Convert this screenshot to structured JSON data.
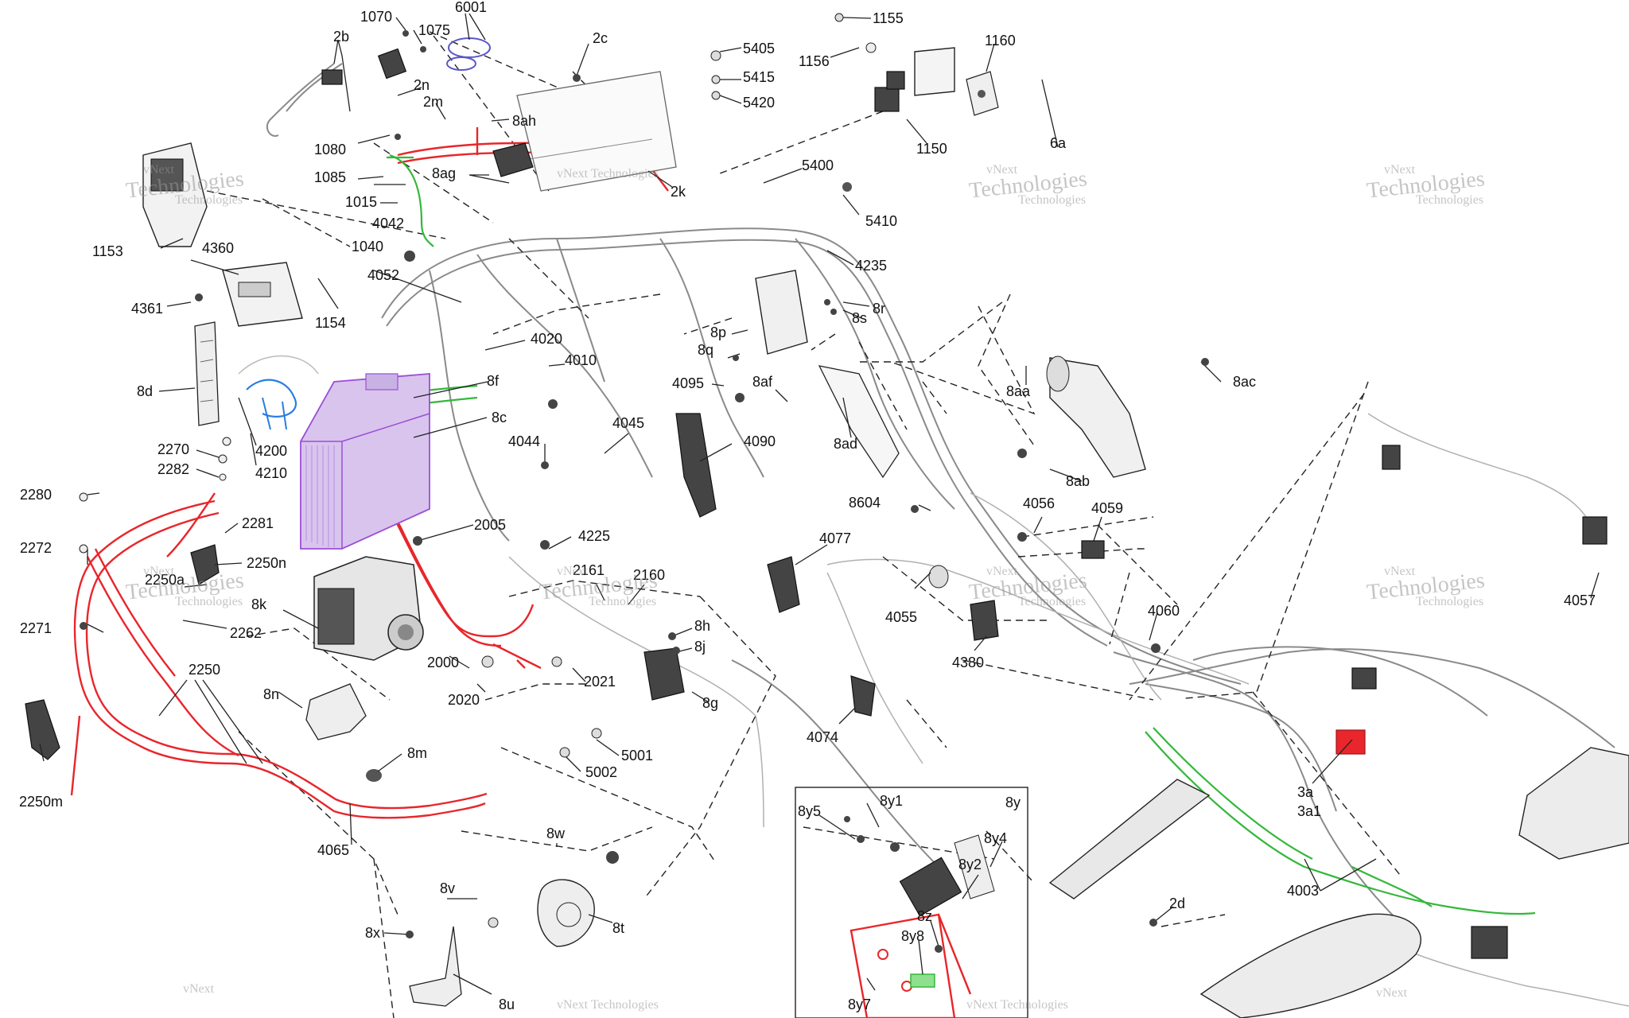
{
  "watermark": {
    "brand": "vNext Technologies",
    "line1": "vNext",
    "line2": "Technologies",
    "line3": "Technologies"
  },
  "labels": {
    "n1070": "1070",
    "n6001": "6001",
    "n1075": "1075",
    "n2b": "2b",
    "n2c": "2c",
    "n2n": "2n",
    "n2m": "2m",
    "n1080": "1080",
    "n8ah": "8ah",
    "n1085": "1085",
    "n8ag": "8ag",
    "n1015": "1015",
    "n2k": "2k",
    "n4042": "4042",
    "n1153": "1153",
    "n4360": "4360",
    "n1040": "1040",
    "n4052": "4052",
    "n4361": "4361",
    "n1154": "1154",
    "n4020": "4020",
    "n4010": "4010",
    "n8d": "8d",
    "n8f": "8f",
    "n8c": "8c",
    "n4200": "4200",
    "n4210": "4210",
    "n2270": "2270",
    "n2282": "2282",
    "n2280": "2280",
    "n2281": "2281",
    "n2272": "2272",
    "n2250n": "2250n",
    "n2250a": "2250a",
    "n2005": "2005",
    "n8k": "8k",
    "n2262": "2262",
    "n2271": "2271",
    "n2250": "2250",
    "n2000": "2000",
    "n8n": "8n",
    "n2020": "2020",
    "n8m": "8m",
    "n2250m": "2250m",
    "n4065": "4065",
    "n5405": "5405",
    "n5415": "5415",
    "n5420": "5420",
    "n1155": "1155",
    "n1156": "1156",
    "n1160": "1160",
    "n1150": "1150",
    "n6a": "6a",
    "n5400": "5400",
    "n5410": "5410",
    "n4235": "4235",
    "n8r": "8r",
    "n8s": "8s",
    "n8p": "8p",
    "n8q": "8q",
    "n8af": "8af",
    "n4095": "4095",
    "n4045": "4045",
    "n4044": "4044",
    "n4090": "4090",
    "n8ad": "8ad",
    "n8604": "8604",
    "n4225": "4225",
    "n4077": "4077",
    "n2161": "2161",
    "n2160": "2160",
    "n8h": "8h",
    "n8j": "8j",
    "n2021": "2021",
    "n8g": "8g",
    "n5001": "5001",
    "n5002": "5002",
    "n4074": "4074",
    "n8aa": "8aa",
    "n8ac": "8ac",
    "n8ab": "8ab",
    "n4056": "4056",
    "n4059": "4059",
    "n4055": "4055",
    "n4060": "4060",
    "n4380": "4380",
    "n4057": "4057",
    "n3a": "3a",
    "n3a1": "3a1",
    "n4003": "4003",
    "n2d": "2d",
    "n8y1": "8y1",
    "n8y5": "8y5",
    "n8y": "8y",
    "n8y4": "8y4",
    "n8y2": "8y2",
    "n8z": "8z",
    "n8y8": "8y8",
    "n8y7": "8y7",
    "n8w": "8w",
    "n8v": "8v",
    "n8x": "8x",
    "n8t": "8t",
    "n8u": "8u"
  },
  "colors": {
    "red_harness": "#e8262b",
    "green_harness": "#34b83a",
    "blue_part": "#2a7de1",
    "purple_battery": "#9b4fd6",
    "violet_clip": "#5a58c8",
    "line": "#222222",
    "harness_gray": "#9a9a9a"
  }
}
